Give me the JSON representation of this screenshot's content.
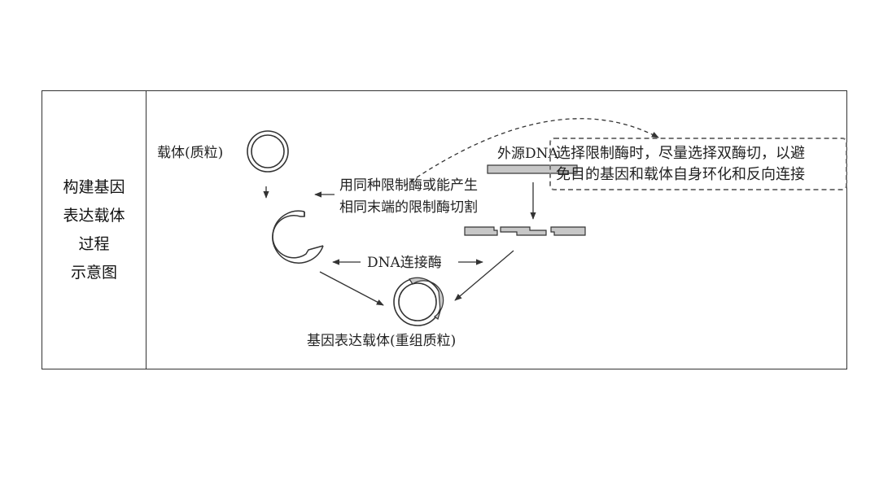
{
  "row_label": [
    "构建基因",
    "表达载体",
    "过程",
    "示意图"
  ],
  "labels": {
    "vector": "载体(质粒)",
    "foreign_dna": "外源DNA",
    "enzyme_line1": "用同种限制酶或能产生",
    "enzyme_line2": "相同末端的限制酶切割",
    "ligase": "DNA连接酶",
    "result": "基因表达载体(重组质粒)"
  },
  "note": {
    "line1": "选择限制酶时，尽量选择双酶切，以避",
    "line2": "免目的基因和载体自身环化和反向连接"
  }
}
